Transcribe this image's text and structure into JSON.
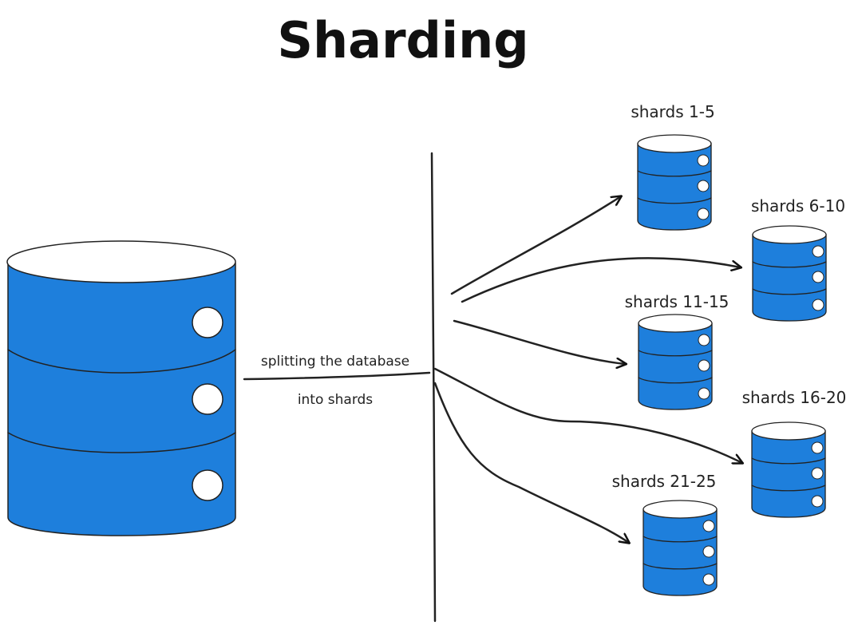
{
  "title": "Sharding",
  "main_database": {
    "caption_line1": "splitting the database",
    "caption_line2": "into shards"
  },
  "shards": [
    {
      "label": "shards 1-5"
    },
    {
      "label": "shards 6-10"
    },
    {
      "label": "shards 11-15"
    },
    {
      "label": "shards 16-20"
    },
    {
      "label": "shards 21-25"
    }
  ],
  "colors": {
    "database_fill": "#1e7fdc",
    "database_top": "#ffffff",
    "outline": "#222222",
    "indicator": "#ffffff"
  }
}
